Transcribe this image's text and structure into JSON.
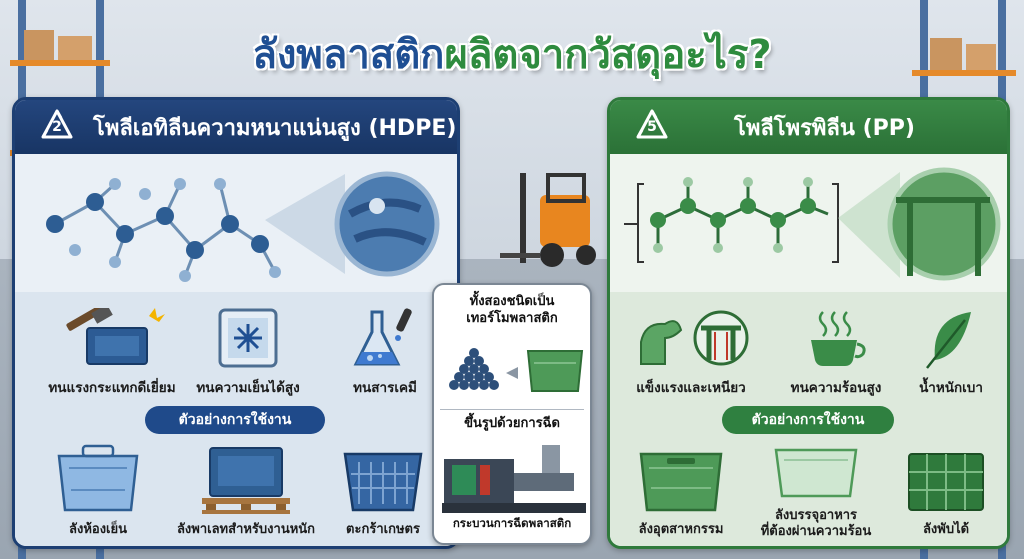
{
  "title": {
    "part1": "ลังพลาสติก",
    "part2": "ผลิตจากวัสดุอะไร?"
  },
  "colors": {
    "hdpe_primary": "#1d3f73",
    "pp_primary": "#2f7a3c",
    "title_blue": "#1f4f93",
    "title_green": "#2e8b3e"
  },
  "hdpe": {
    "recycle_number": "2",
    "header": "โพลีเอทิลีนความหนาแน่นสูง (HDPE)",
    "features": [
      {
        "icon": "hammer-crate-icon",
        "label": "ทนแรงกระแทกดีเยี่ยม"
      },
      {
        "icon": "freezer-snowflake-icon",
        "label": "ทนความเย็นได้สูง"
      },
      {
        "icon": "chemical-flask-icon",
        "label": "ทนสารเคมี"
      }
    ],
    "usage_title": "ตัวอย่างการใช้งาน",
    "usages": [
      {
        "icon": "cold-storage-crate-icon",
        "label": "ลังห้องเย็น"
      },
      {
        "icon": "pallet-crate-icon",
        "label": "ลังพาเลทสำหรับงานหนัก"
      },
      {
        "icon": "agri-basket-icon",
        "label": "ตะกร้าเกษตร"
      }
    ]
  },
  "pp": {
    "recycle_number": "5",
    "header": "โพลีโพรพิลีน (PP)",
    "features": [
      {
        "icon": "strong-arm-icon",
        "label": "แข็งแรงและเหนียว"
      },
      {
        "icon": "hot-cup-icon",
        "label": "ทนความร้อนสูง"
      },
      {
        "icon": "feather-icon",
        "label": "น้ำหนักเบา"
      }
    ],
    "usage_title": "ตัวอย่างการใช้งาน",
    "usages": [
      {
        "icon": "industrial-crate-icon",
        "label": "ลังอุตสาหกรรม"
      },
      {
        "icon": "food-crate-icon",
        "label_line1": "ลังบรรจุอาหาร",
        "label_line2": "ที่ต้องผ่านความร้อน"
      },
      {
        "icon": "folding-crate-icon",
        "label": "ลังพับได้"
      }
    ]
  },
  "center": {
    "top_line1": "ทั้งสองชนิดเป็น",
    "top_line2": "เทอร์โมพลาสติก",
    "mid_title": "ขึ้นรูปด้วยการฉีด",
    "foot": "กระบวนการฉีดพลาสติก"
  }
}
